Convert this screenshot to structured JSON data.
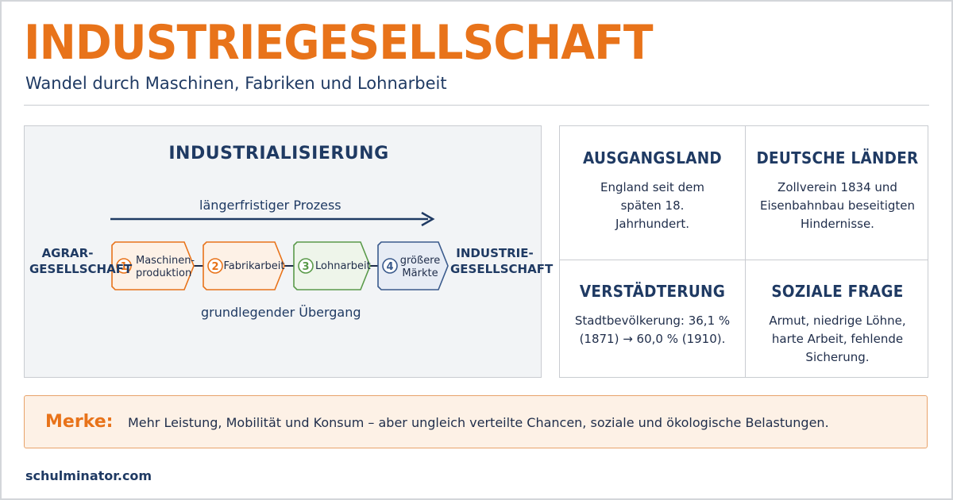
{
  "header": {
    "title": "INDUSTRIEGESELLSCHAFT",
    "subtitle": "Wandel durch Maschinen, Fabriken und Lohnarbeit"
  },
  "diagram": {
    "title": "INDUSTRIALISIERUNG",
    "arrow_label": "längerfristiger Prozess",
    "bottom_label": "grundlegender Übergang",
    "start_label_line1": "AGRAR-",
    "start_label_line2": "GESELLSCHAFT",
    "end_label_line1": "INDUSTRIE-",
    "end_label_line2": "GESELLSCHAFT",
    "steps": [
      {
        "number": "1",
        "line1": "Maschinen-",
        "line2": "produktion",
        "color": "#e8731a",
        "fill": "#fdf1e6"
      },
      {
        "number": "2",
        "line1": "Fabrikarbeit",
        "line2": "",
        "color": "#e8731a",
        "fill": "#fdf1e6"
      },
      {
        "number": "3",
        "line1": "Lohnarbeit",
        "line2": "",
        "color": "#5a9a4a",
        "fill": "#eef5ea"
      },
      {
        "number": "4",
        "line1": "größere",
        "line2": "Märkte",
        "color": "#3a5a8c",
        "fill": "#e7ecf5"
      }
    ]
  },
  "facts": [
    {
      "heading": "AUSGANGSLAND",
      "text": "England seit dem späten 18. Jahrhundert."
    },
    {
      "heading": "DEUTSCHE LÄNDER",
      "text": "Zollverein 1834 und Eisenbahnbau beseitigten Hindernisse."
    },
    {
      "heading": "VERSTÄDTERUNG",
      "text": "Stadtbevölkerung: 36,1 % (1871) → 60,0 % (1910)."
    },
    {
      "heading": "SOZIALE FRAGE",
      "text": "Armut, niedrige Löhne, harte Arbeit, fehlende Sicherung."
    }
  ],
  "merke": {
    "label": "Merke:",
    "text": "Mehr Leistung, Mobilität und Konsum – aber ungleich verteilte Chancen, soziale und ökologische Belastungen."
  },
  "footer": {
    "site": "schulminator.com"
  },
  "colors": {
    "accent": "#e8731a",
    "navy": "#1f3a63"
  }
}
